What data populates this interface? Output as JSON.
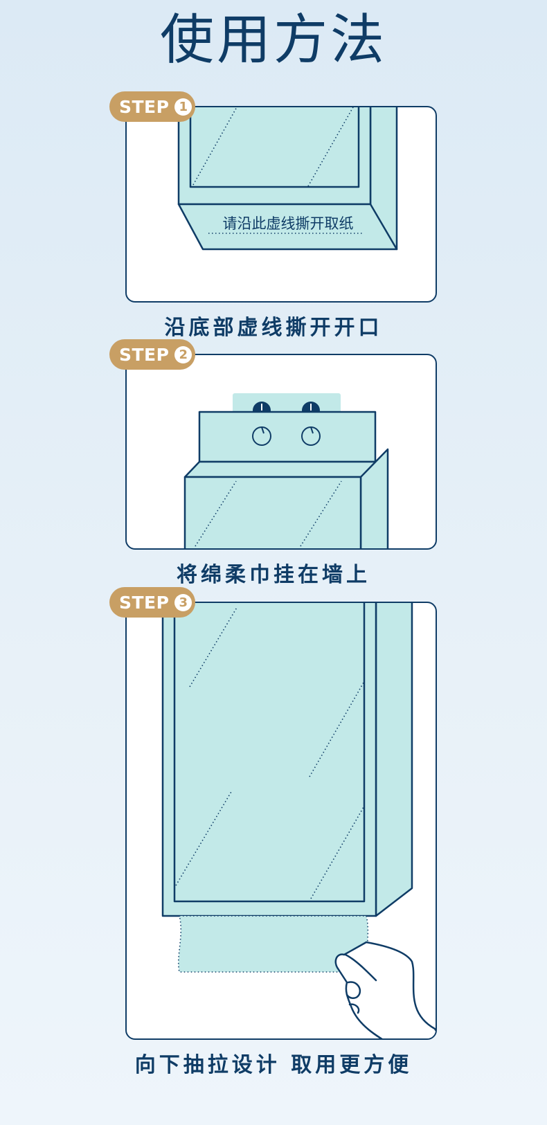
{
  "page": {
    "title": "使用方法"
  },
  "steps": [
    {
      "badge_label": "STEP",
      "badge_number": "1",
      "caption": "沿底部虚线撕开开口",
      "inner_text": "请沿此虚线撕开取纸"
    },
    {
      "badge_label": "STEP",
      "badge_number": "2",
      "caption": "将绵柔巾挂在墙上"
    },
    {
      "badge_label": "STEP",
      "badge_number": "3",
      "caption": "向下抽拉设计 取用更方便"
    }
  ],
  "colors": {
    "background": "#dceaf5",
    "navy": "#0f3c66",
    "mint": "#c2e9e8",
    "badge": "#c89f64",
    "card": "#ffffff"
  }
}
